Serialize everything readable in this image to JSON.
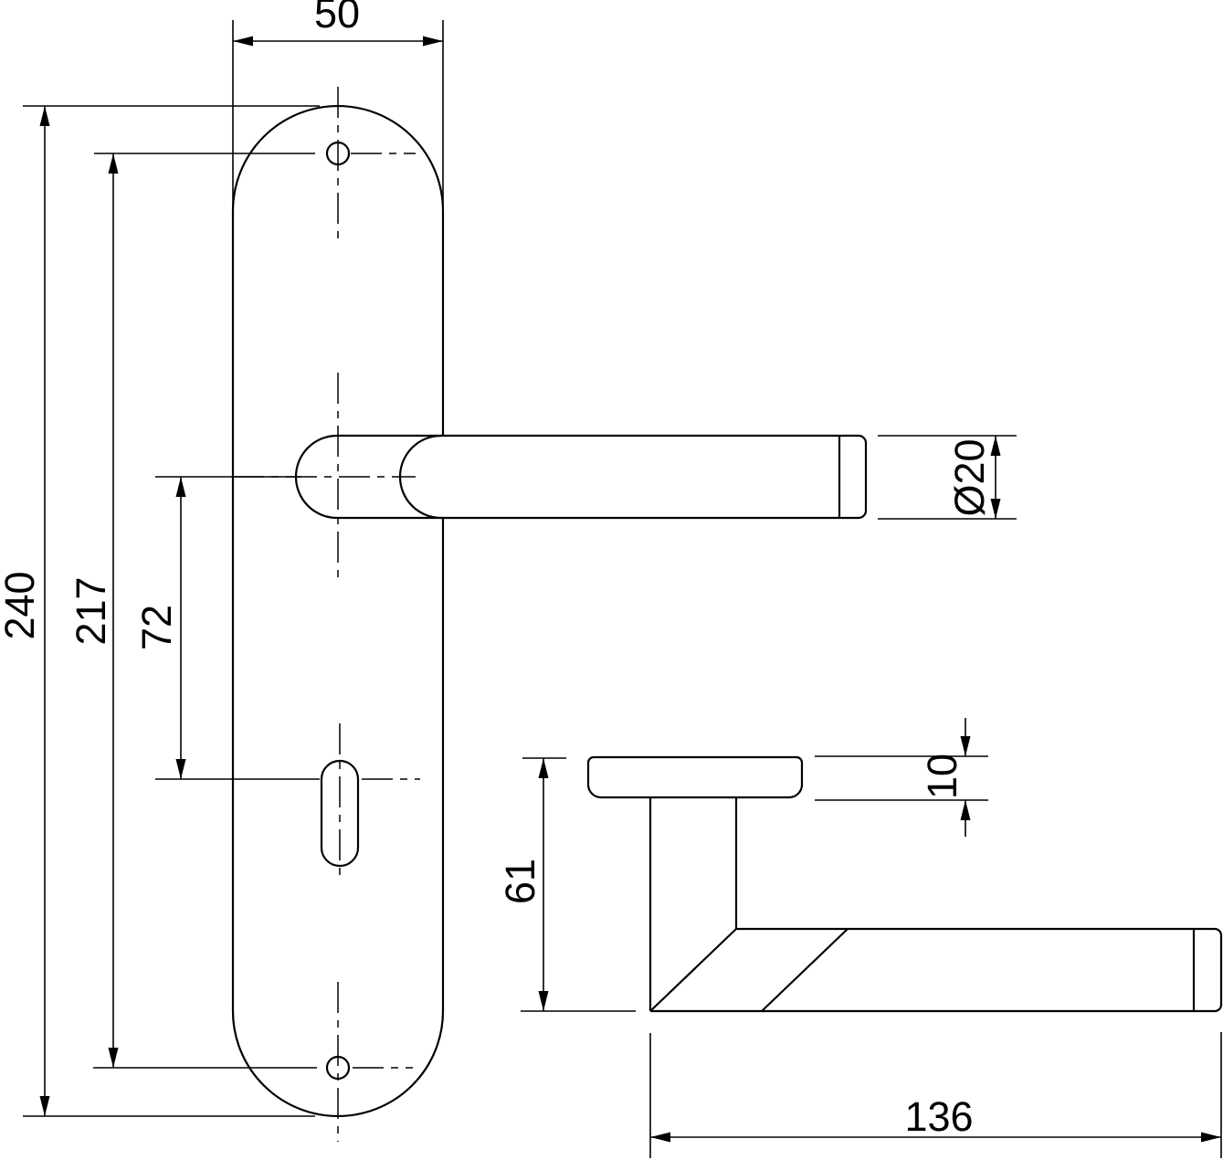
{
  "drawing": {
    "type": "technical-drawing",
    "subject": "door-handle-with-backplate",
    "colors": {
      "background": "#ffffff",
      "line": "#000000"
    },
    "dims": {
      "plate_width": {
        "label": "50"
      },
      "plate_height": {
        "label": "240"
      },
      "screw_hole_spacing": {
        "label": "217"
      },
      "handle_to_keyhole": {
        "label": "72"
      },
      "lever_diameter": {
        "label": "Ø20"
      },
      "handle_projection": {
        "label": "61"
      },
      "plate_thickness": {
        "label": "10"
      },
      "lever_length": {
        "label": "136"
      }
    }
  }
}
